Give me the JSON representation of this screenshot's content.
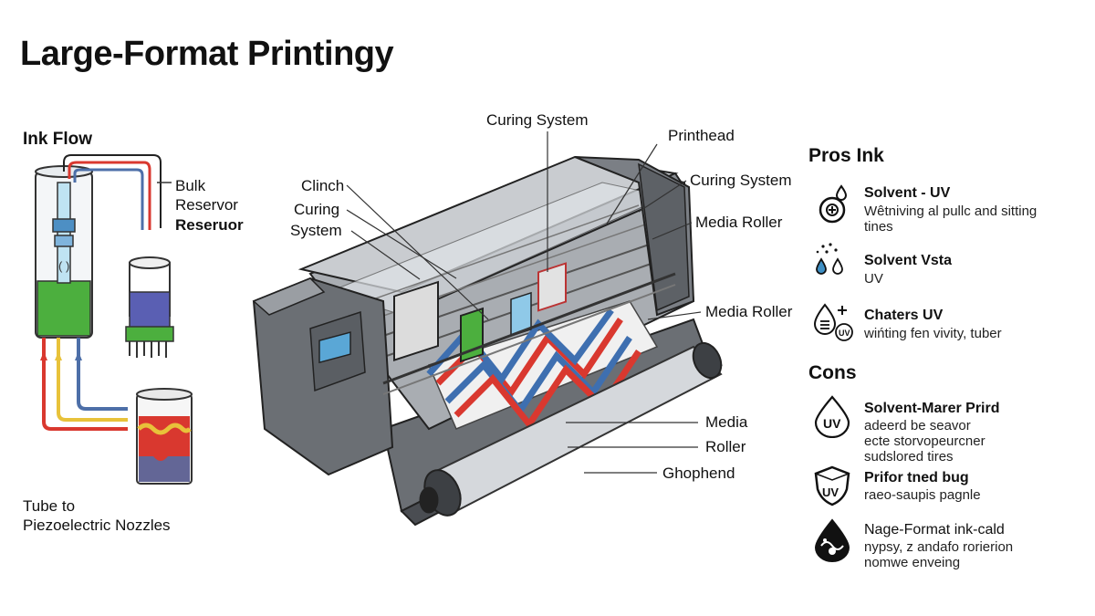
{
  "title": "Large-Format Printingy",
  "ink_flow": {
    "heading": "Ink Flow",
    "bulk_line1": "Bulk",
    "bulk_line2": "Reservor",
    "bulk_line3": "Reseruor",
    "tube_line1": "Tube to",
    "tube_line2": "Piezoelectric Nozzles"
  },
  "printer_labels": {
    "curing_system_top": "Curing System",
    "printhead": "Printhead",
    "curing_system_right": "Curing System",
    "media_roller_upper": "Media Roller",
    "clinch": "Clinch",
    "curing_line1": "Curing",
    "curing_line2": "System",
    "media_roller_mid": "Media Roller",
    "media": "Media",
    "roller": "Roller",
    "ghophend": "Ghophend"
  },
  "pros": {
    "heading": "Pros Ink",
    "items": [
      {
        "title": "Solvent - UV",
        "desc1": "Wêtnivinɡ al pullc and sitting",
        "desc2": "tines",
        "icon": "gear-drop-icon"
      },
      {
        "title": "Solvent Vsta",
        "desc1": "UV",
        "desc2": "",
        "icon": "ink-drops-icon"
      },
      {
        "title": "Chaters UV",
        "desc1": "wińting fen vivity, tuber",
        "desc2": "",
        "icon": "uv-drop-icon"
      }
    ]
  },
  "cons": {
    "heading": "Cons",
    "items": [
      {
        "title": "Solvent-Marer Prird",
        "desc1": "adeerd be seavor",
        "desc2": "ecte storvopeurcner",
        "desc3": "sudslored tires",
        "icon": "uv-drop-outline-icon",
        "badge": "UV"
      },
      {
        "title": "Prifor tned bug",
        "desc1": "raeo-saupis pagnle",
        "desc2": "",
        "desc3": "",
        "icon": "uv-shield-icon",
        "badge": "UV"
      },
      {
        "title": "Nage-Format ink-cald",
        "desc1": "nypsy, z andafo rorierion",
        "desc2": "nomwe enveing",
        "desc3": "",
        "icon": "black-drop-icon",
        "badge": ""
      }
    ]
  },
  "colors": {
    "ink_red": "#d9382f",
    "ink_yellow": "#e8c23a",
    "ink_blue": "#4d6fa8",
    "ink_green": "#4caf3e",
    "printer_dark": "#5d6166",
    "printer_mid": "#8a8e94",
    "printer_light": "#c9ccd0"
  }
}
